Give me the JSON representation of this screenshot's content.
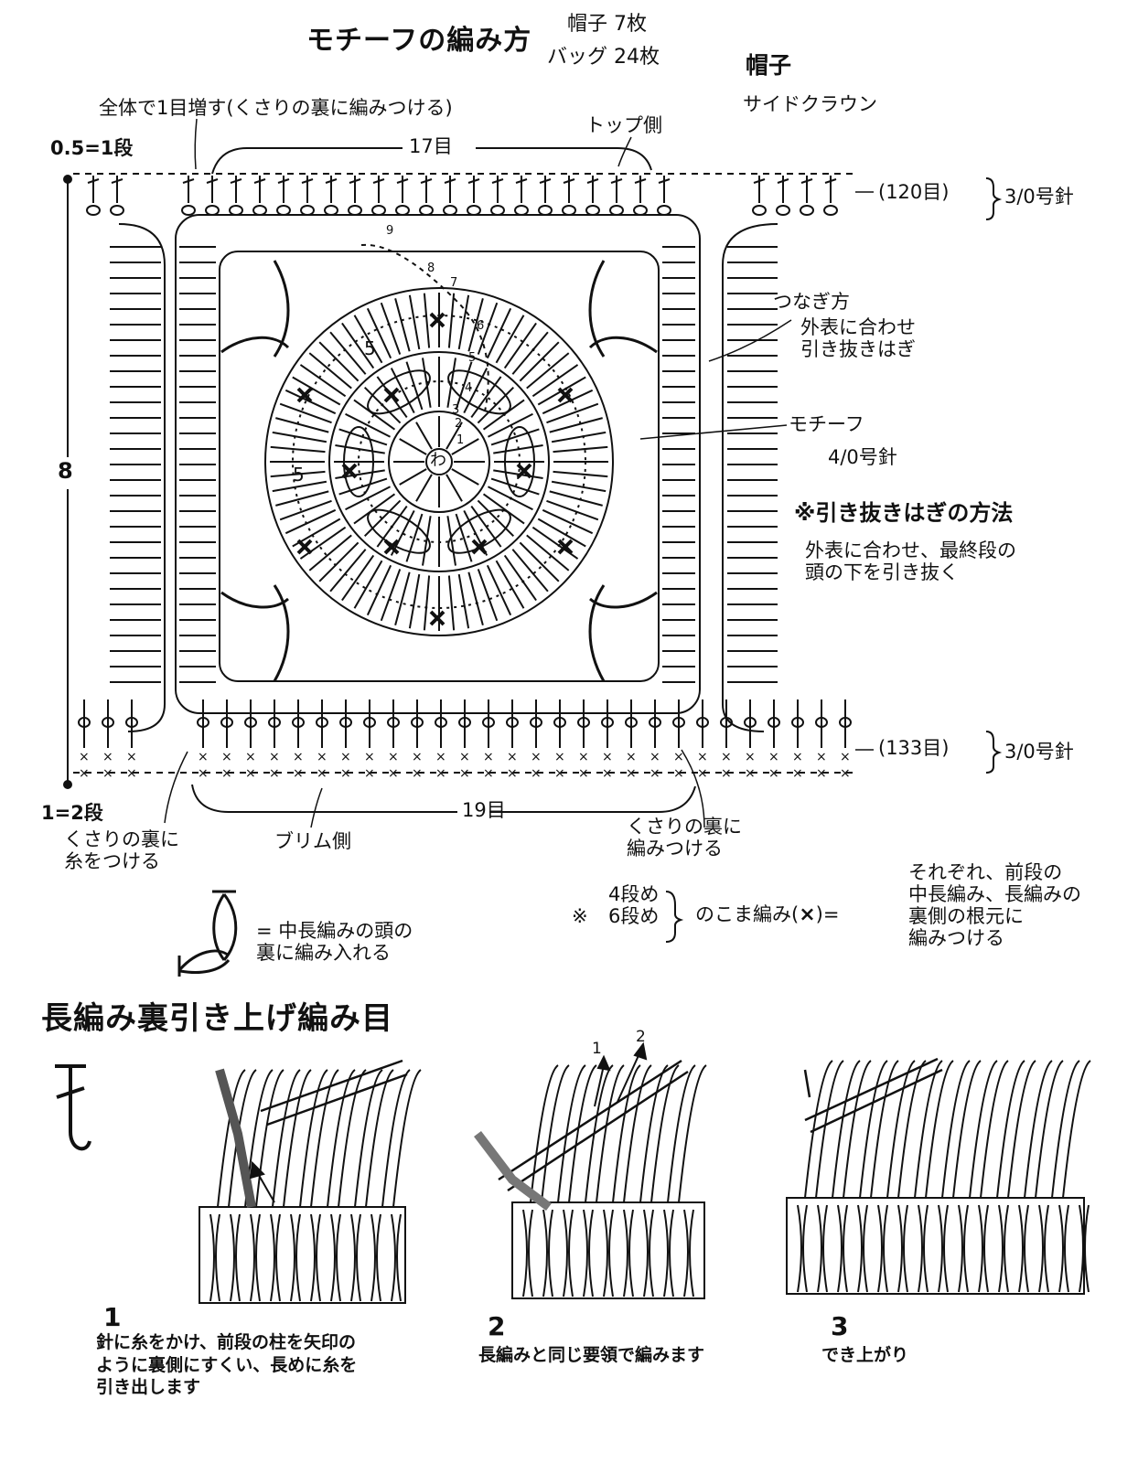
{
  "motif_diagram": {
    "title": "モチーフの編み方",
    "counts": [
      "帽子 7枚",
      "バッグ 24枚"
    ],
    "hat_title": "帽子",
    "hat_subtitle": "サイドクラウン",
    "increase_note": "全体で1目増す(くさりの裏に編みつける)",
    "top_side": "トップ側",
    "brim_side": "ブリム側",
    "top_stitches": "17目",
    "bottom_stitches": "19目",
    "top_row_legend": "0.5=1段",
    "bottom_row_legend": "1=2段",
    "height_rows": "8",
    "top_needle": "(120目)",
    "bottom_needle": "(133目)",
    "needle_size_edge": "3/0号針",
    "joining_label": "つなぎ方",
    "joining_note": "外表に合わせ\n引き抜きはぎ",
    "motif_label": "モチーフ",
    "motif_needle": "4/0号針",
    "slip_join_title": "※引き抜きはぎの方法",
    "slip_join_desc": "外表に合わせ、最終段の\n頭の下を引き抜く",
    "attach_left": "くさりの裏に\n糸をつける",
    "attach_right": "くさりの裏に\n編みつける",
    "center_ring": "わ",
    "round_labels": [
      "1",
      "2",
      "3",
      "4",
      "5",
      "6",
      "7",
      "8",
      "9"
    ],
    "side_round_5": "5",
    "legend_half_dc": "= 中長編みの頭の\n裏に編み入れる",
    "sc_note_prefix": "※",
    "sc_note_rows": "4段め\n6段め",
    "sc_note_mid": "のこま編み(",
    "sc_note_symbol": "×",
    "sc_note_end": ")=",
    "sc_note_desc": "それぞれ、前段の\n中長編み、長編みの\n裏側の根元に\n編みつける"
  },
  "technique": {
    "title": "長編み裏引き上げ編み目",
    "arrow_labels": [
      "1",
      "2"
    ],
    "steps": [
      {
        "num": "1",
        "text": "針に糸をかけ、前段の柱を矢印の\nように裏側にすくい、長めに糸を\n引き出します"
      },
      {
        "num": "2",
        "text": "長編みと同じ要領で編みます"
      },
      {
        "num": "3",
        "text": "でき上がり"
      }
    ]
  }
}
